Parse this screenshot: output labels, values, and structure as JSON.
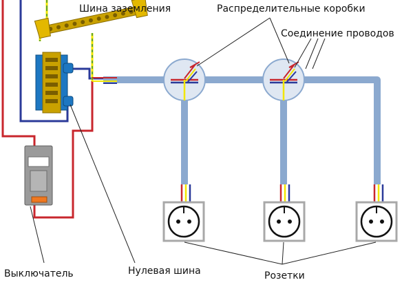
{
  "labels": {
    "ground_bus": "Шина заземления",
    "junction_boxes": "Распределительные коробки",
    "wire_connection": "Соединение проводов",
    "switch": "Выключатель",
    "neutral_bus": "Нулевая шина",
    "sockets": "Розетки"
  },
  "colors": {
    "phase": "#c8262c",
    "neutral": "#2b3a99",
    "ground_yellow": "#f2e600",
    "ground_green": "#2f8f3a",
    "cable": "#8ba9cf",
    "bus_brass": "#c9a100",
    "din_blue": "#1d77c2",
    "breaker_grey": "#9a9a9a",
    "breaker_orange": "#f07820",
    "socket_frame": "#a8a8a8"
  },
  "icons": {
    "ground_bus": "ground-bus-icon",
    "neutral_bus": "neutral-bus-icon",
    "switch": "circuit-breaker-icon",
    "junction_box": "junction-box-icon",
    "socket": "power-socket-icon"
  }
}
